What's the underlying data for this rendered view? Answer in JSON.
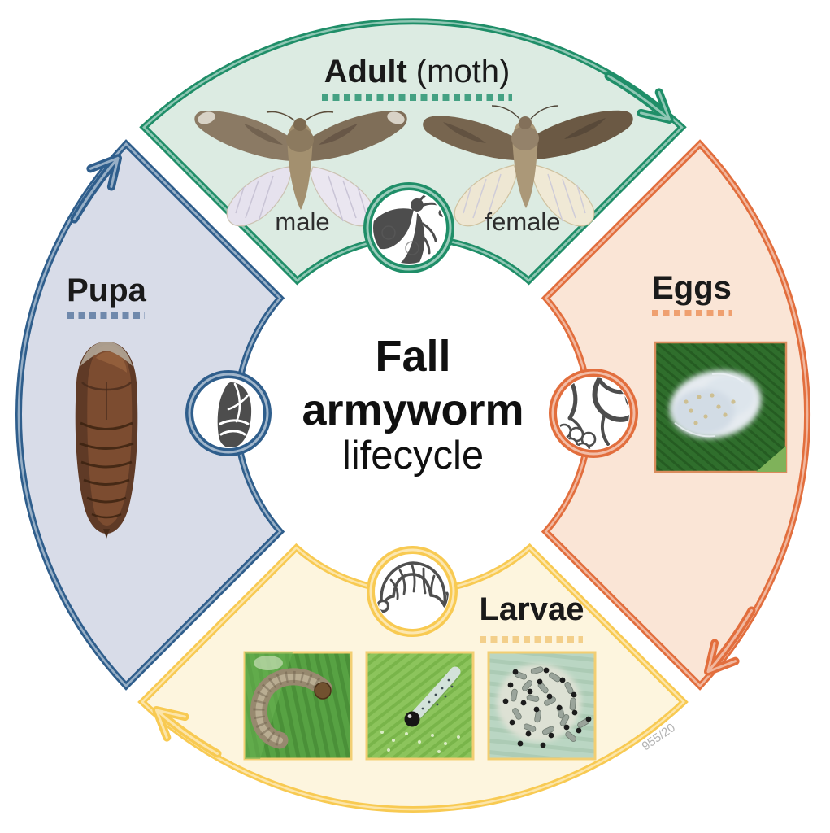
{
  "center_title": {
    "line1": "Fall",
    "line2": "armyworm",
    "line3": "lifecycle"
  },
  "stages": [
    {
      "name": "Adult",
      "suffix": "(moth)",
      "arc_color": "#1f8e68",
      "fill_color": "#dcebe2",
      "dot_color": "#45a183",
      "icon": "moth-icon",
      "captions": {
        "left": "male",
        "right": "female"
      }
    },
    {
      "name": "Eggs",
      "arc_color": "#e26e3d",
      "fill_color": "#fae5d6",
      "dot_color": "#efa070",
      "icon": "egg-cluster-icon"
    },
    {
      "name": "Larvae",
      "arc_color": "#f8ca52",
      "fill_color": "#fdf5de",
      "dot_color": "#f3cf8a",
      "icon": "larva-icon"
    },
    {
      "name": "Pupa",
      "arc_color": "#2f5e8c",
      "fill_color": "#d8dce8",
      "dot_color": "#6f89ac",
      "icon": "pupa-icon"
    }
  ],
  "flow": {
    "direction": "clockwise",
    "order": [
      "Adult",
      "Eggs",
      "Larvae",
      "Pupa"
    ]
  },
  "watermark": "955/20"
}
